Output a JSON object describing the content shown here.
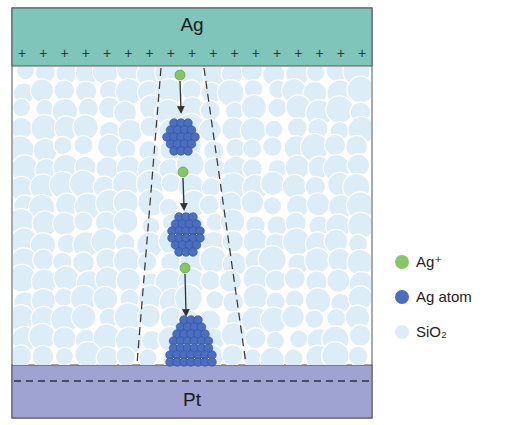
{
  "diagram": {
    "nodes": [
      {
        "text": [
          "Ag"
        ]
      },
      {
        "text": [
          "Pt"
        ]
      }
    ],
    "labels": [
      "+",
      "+",
      "+",
      "+",
      "+",
      "+",
      "+",
      "+",
      "+",
      "+",
      "+",
      "+",
      "+",
      "+",
      "+",
      "+",
      "+"
    ],
    "legend": [
      {
        "text": "Ag⁺",
        "color": "#86c765"
      },
      {
        "text": "Ag atom",
        "color": "#4b6ec0"
      },
      {
        "text": "SiO₂",
        "color": "#ddedf8"
      }
    ]
  }
}
